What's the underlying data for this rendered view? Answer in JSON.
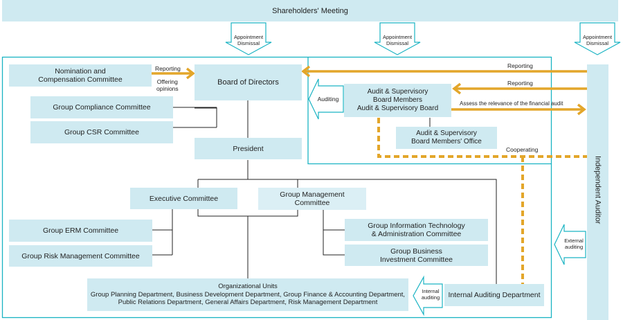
{
  "title": "Corporate Governance Structure",
  "colors": {
    "box_fill": "#cfeaf1",
    "border_teal": "#1ab3c3",
    "arrow_orange": "#e3a62a",
    "connector": "#222222"
  },
  "shareholders": "Shareholders' Meeting",
  "appointment_arrows": [
    {
      "line1": "Appointment",
      "line2": "Dismissal"
    },
    {
      "line1": "Appointment",
      "line2": "Dismissal"
    },
    {
      "line1": "Appointment",
      "line2": "Dismissal"
    }
  ],
  "nodes": {
    "nomination": {
      "line1": "Nomination and",
      "line2": "Compensation Committee"
    },
    "board": "Board of Directors",
    "compliance": "Group Compliance Committee",
    "csr": "Group CSR Committee",
    "president": "President",
    "executive": "Executive Committee",
    "group_mgmt": {
      "line1": "Group Management",
      "line2": "Committee"
    },
    "erm": "Group ERM Committee",
    "risk": "Group Risk Management Committee",
    "it_admin": {
      "line1": "Group Information Technology",
      "line2": "& Administration Committee"
    },
    "biz_invest": {
      "line1": "Group Business",
      "line2": "Investment Committee"
    },
    "org_units": {
      "title": "Organizational Units",
      "line1": "Group Planning Department, Business Development Department, Group Finance & Accounting Department,",
      "line2": "Public Relations Department, General Affairs Department, Risk Management Department"
    },
    "internal_audit": "Internal Auditing Department",
    "asb": {
      "line1": "Audit & Supervisory",
      "line2": "Board Members",
      "line3": "Audit & Supervisory Board"
    },
    "asb_office": {
      "line1": "Audit & Supervisory",
      "line2": "Board Members' Office"
    },
    "independent_auditor": "Independent Auditor"
  },
  "labels": {
    "reporting_nom": "Reporting",
    "offering": {
      "line1": "Offering",
      "line2": "opinions"
    },
    "reporting_top": "Reporting",
    "reporting_asb": "Reporting",
    "assess": "Assess the relevance of the financial audit",
    "cooperating": "Cooperating",
    "auditing": "Auditing",
    "external": {
      "line1": "External",
      "line2": "auditing"
    },
    "internal": {
      "line1": "Internal",
      "line2": "auditing"
    }
  }
}
